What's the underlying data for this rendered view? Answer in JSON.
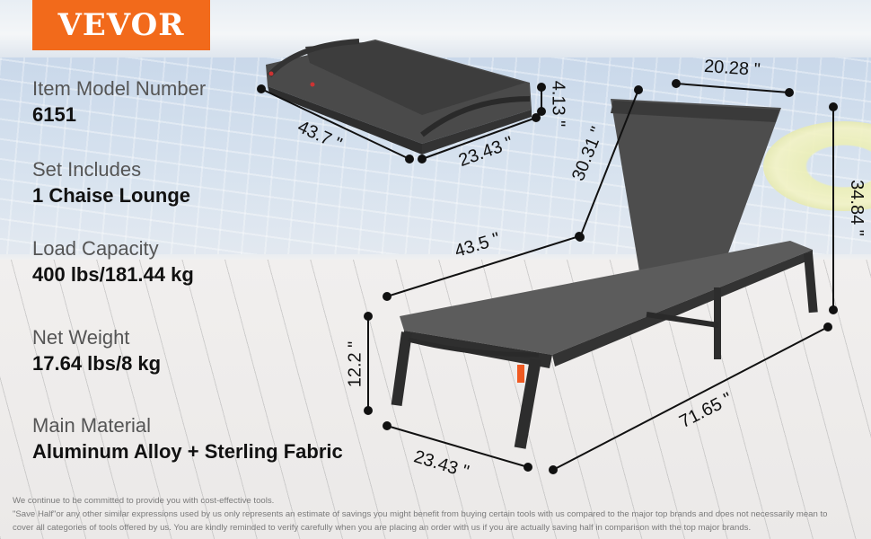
{
  "brand": {
    "logo_text": "VEVOR",
    "color": "#f26a1b"
  },
  "specs": [
    {
      "label": "Item Model Number",
      "value": "6151"
    },
    {
      "label": "Set Includes",
      "value": "1 Chaise Lounge"
    },
    {
      "label": "Load Capacity",
      "value": "400 lbs/181.44 kg"
    },
    {
      "label": "Net Weight",
      "value": "17.64 lbs/8 kg"
    },
    {
      "label": "Main Material",
      "value": "Aluminum Alloy + Sterling Fabric"
    }
  ],
  "folded_dimensions": {
    "length": "43.7 \"",
    "width": "23.43 \"",
    "height": "4.13 \""
  },
  "unfolded_dimensions": {
    "backrest_width": "20.28 \"",
    "backrest_length": "30.31 \"",
    "seat_length": "43.5 \"",
    "total_height": "34.84 \"",
    "seat_height": "12.2 \"",
    "width": "23.43 \"",
    "total_length": "71.65 \""
  },
  "disclaimer": [
    "We continue to be committed to provide you with cost-effective tools.",
    "\"Save Half\"or any other similar expressions used by us only represents an estimate of savings you might benefit from buying certain tools with us compared to the major top brands and does not necessarily mean to",
    "cover all categories of tools offered by us. You are kindly reminded to verify carefully when you are placing an order with us if you are actually saving half in comparison with the top major brands."
  ]
}
